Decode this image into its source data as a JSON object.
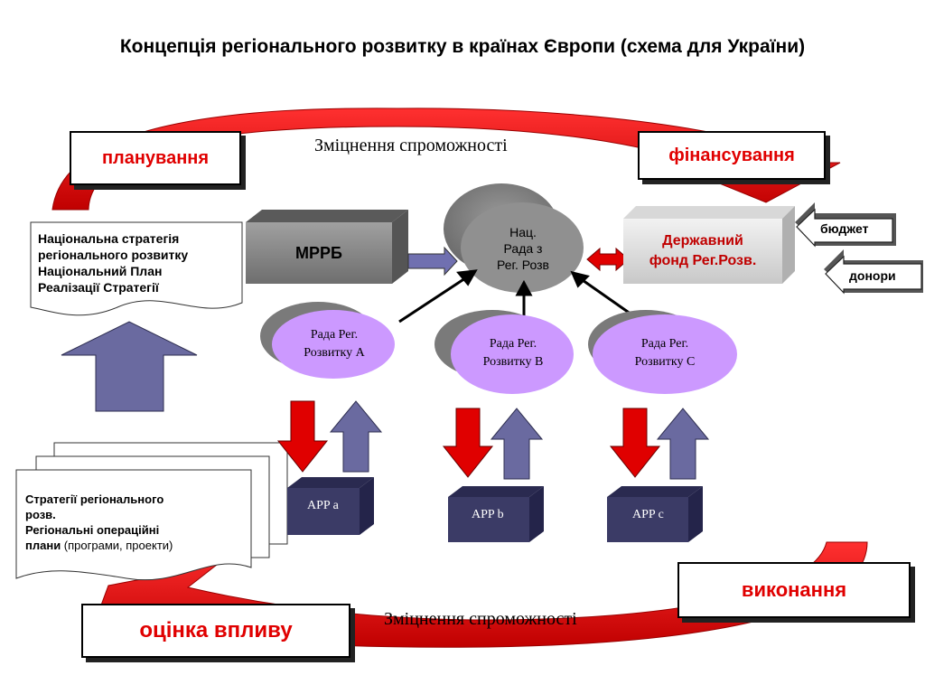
{
  "title": "Концепція регіонального розвитку в країнах Європи (схема для України)",
  "top_label": "Зміцнення спроможності",
  "bottom_label": "Зміцнення спроможності",
  "stages": {
    "planning": "планування",
    "financing": "фінансування",
    "execution": "виконання",
    "impact": "оцінка впливу"
  },
  "national_doc": {
    "line1": "Національна стратегія",
    "line2": "регіонального розвитку",
    "line3": "Національний План",
    "line4": "Реалізації Стратегії"
  },
  "regional_doc": {
    "line1": "Стратегії регіонального",
    "line2": "розв.",
    "line3": "Регіональні операційні",
    "line4_bold": "плани",
    "line4_rest": " (програми, проекти)"
  },
  "mrrb": "МРРБ",
  "national_council": {
    "line1": "Нац.",
    "line2": "Рада з",
    "line3": "Рег. Розв"
  },
  "state_fund": {
    "line1": "Державний",
    "line2": "фонд Рег.Розв."
  },
  "sources": [
    "бюджет",
    "донори"
  ],
  "regional_councils": [
    {
      "line1": "Рада Рег.",
      "line2": "Розвитку А"
    },
    {
      "line1": "Рада Рег.",
      "line2": "Розвитку В"
    },
    {
      "line1": "Рада Рег.",
      "line2": "Розвитку С"
    }
  ],
  "agencies": [
    "APP a",
    "APP b",
    "APP c"
  ],
  "colors": {
    "red": "#e00000",
    "lavender": "#cc99ff",
    "arrow_blue": "#6666a0",
    "box_dark": "#3b3b66",
    "gray": "#8c8c8c"
  }
}
